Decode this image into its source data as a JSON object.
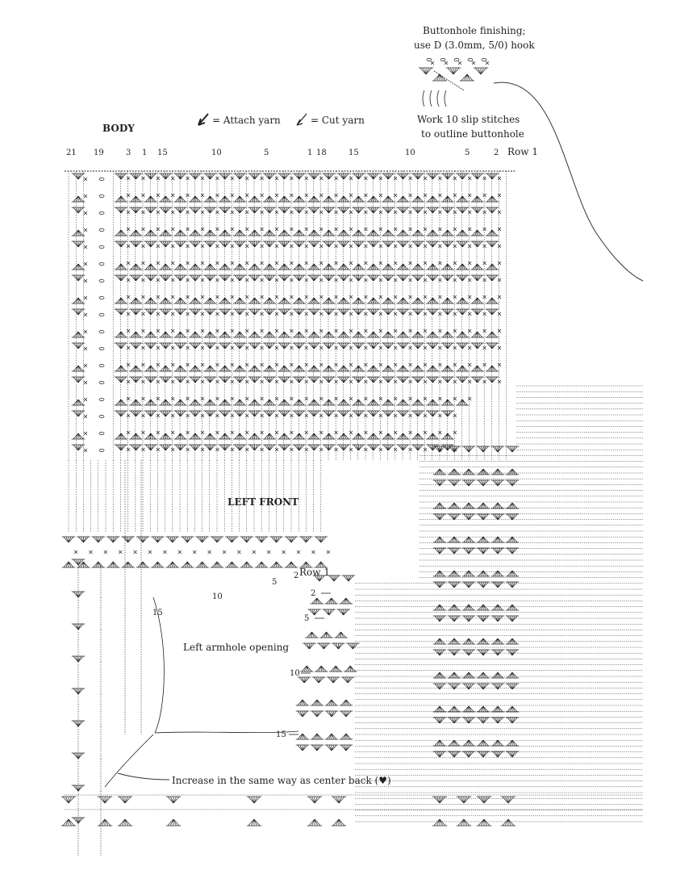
{
  "title": "BODY",
  "legend": {
    "attach": "= Attach yarn",
    "cut": "= Cut yarn"
  },
  "buttonhole": {
    "line1": "Buttonhole finishing;",
    "line2": "use D (3.0mm, 5/0) hook",
    "line3": "Work 10 slip stitches",
    "line4": "to outline buttonhole"
  },
  "top_numbers": [
    "21",
    "19",
    "3",
    "1",
    "15",
    "10",
    "5",
    "1",
    "18",
    "15",
    "10",
    "5",
    "2",
    "Row 1"
  ],
  "section_label": "LEFT FRONT",
  "armhole_label": "Left armhole opening",
  "increase_note": "Increase in the same way as center back (♥)",
  "shoulder_numbers": [
    "15",
    "10",
    "5",
    "2"
  ],
  "shoulder_row": "Row 1",
  "armhole_numbers": [
    "2",
    "5",
    "10",
    "15"
  ],
  "colors": {
    "ink": "#222222",
    "background": "#ffffff"
  }
}
